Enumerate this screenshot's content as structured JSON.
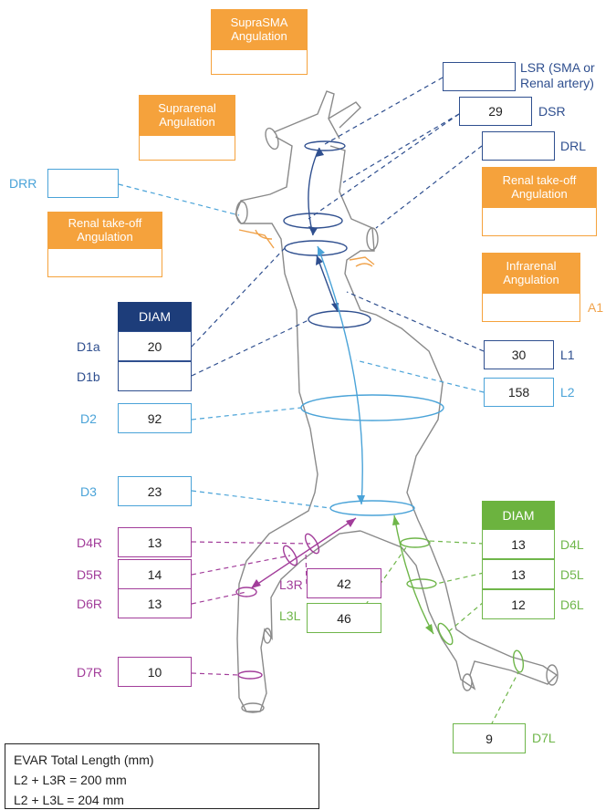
{
  "angulations": {
    "supra_sma": "SupraSMA Angulation",
    "suprarenal": "Suprarenal Angulation",
    "renal_left": "Renal take-off Angulation",
    "renal_right": "Renal take-off Angulation",
    "infrarenal": "Infrarenal Angulation"
  },
  "labels": {
    "lsr": "LSR (SMA or Renal artery)",
    "dsr": "DSR",
    "drl": "DRL",
    "drr": "DRR",
    "a1": "A1",
    "diam": "DIAM",
    "d1a": "D1a",
    "d1b": "D1b",
    "d2": "D2",
    "d3": "D3",
    "d4r": "D4R",
    "d5r": "D5R",
    "d6r": "D6R",
    "d7r": "D7R",
    "l1": "L1",
    "l2": "L2",
    "l3r": "L3R",
    "l3l": "L3L",
    "d4l": "D4L",
    "d5l": "D5L",
    "d6l": "D6L",
    "d7l": "D7L"
  },
  "values": {
    "lsr": "",
    "dsr": "29",
    "drl": "",
    "drr": "",
    "d1a": "20",
    "d1b": "",
    "d2": "92",
    "d3": "23",
    "d4r": "13",
    "d5r": "14",
    "d6r": "13",
    "d7r": "10",
    "l1": "30",
    "l2": "158",
    "l3r": "42",
    "l3l": "46",
    "d4l": "13",
    "d5l": "13",
    "d6l": "12",
    "d7l": "9"
  },
  "summary": {
    "title": "EVAR Total Length (mm)",
    "line1": "L2 + L3R = 200 mm",
    "line2": "L2 + L3L = 204 mm"
  },
  "colors": {
    "navy": "#2f4f8f",
    "light_blue": "#4aa3d8",
    "magenta": "#a23d9a",
    "green": "#6fb64a",
    "orange": "#f5a23c"
  }
}
